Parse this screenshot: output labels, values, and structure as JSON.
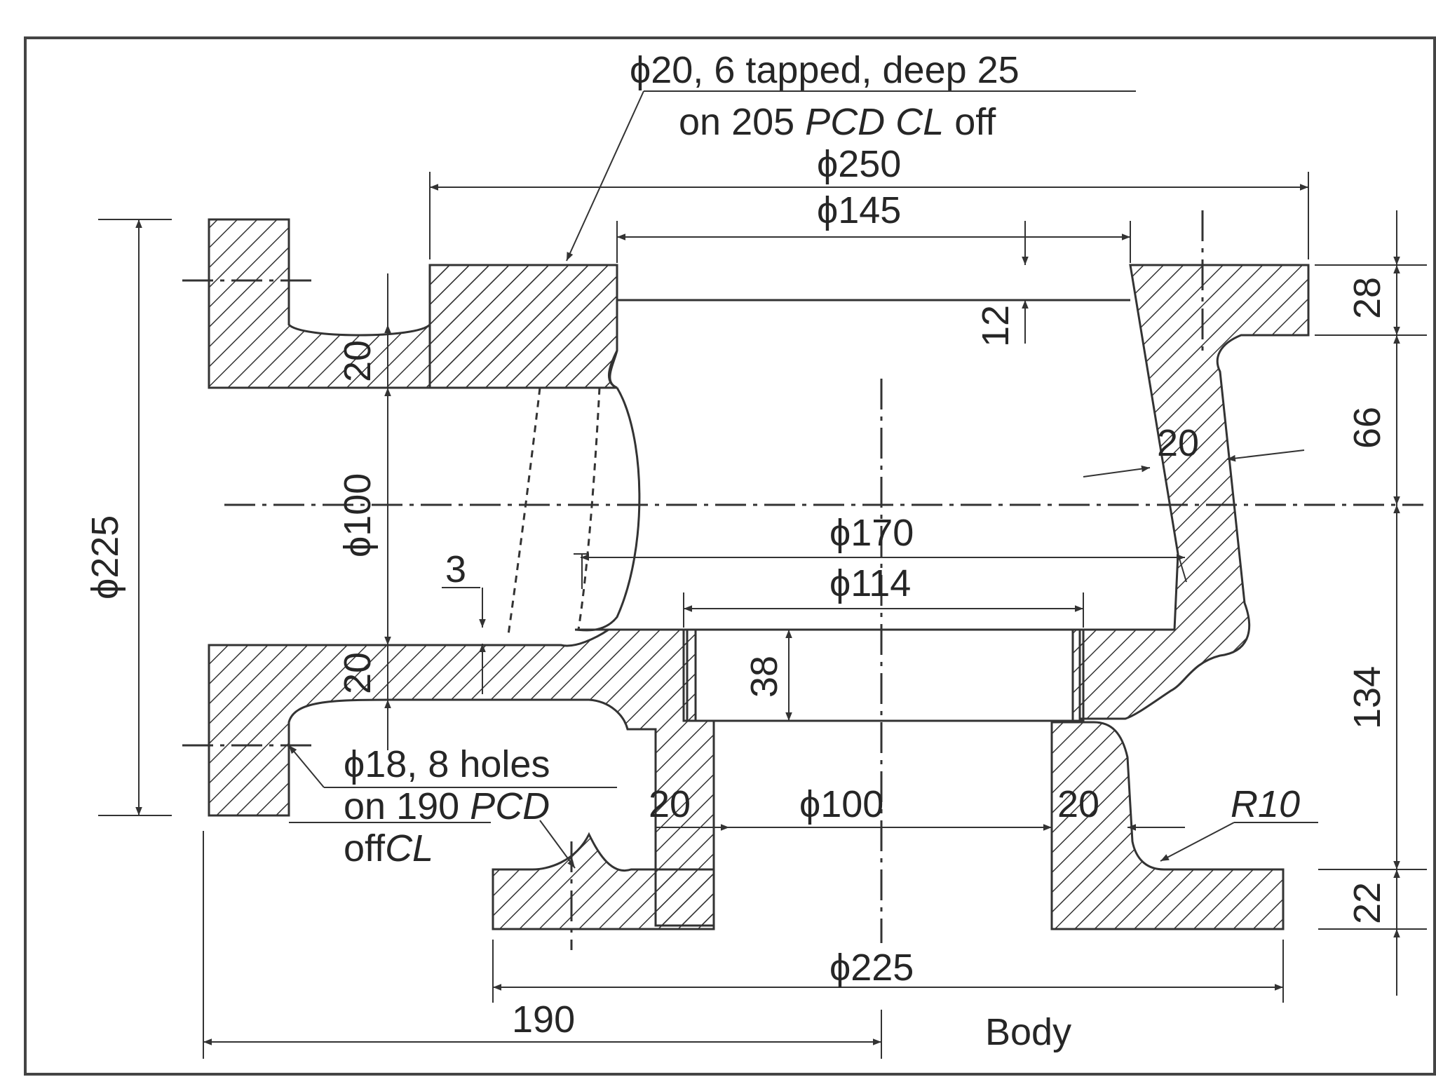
{
  "labels": {
    "tapped_line1": "ϕ20, 6 tapped, deep 25",
    "tapped_line2_pre": "on 205 ",
    "tapped_line2_ital": "PCD CL",
    "tapped_line2_post": " off",
    "dia_250": "ϕ250",
    "dia_145": "ϕ145",
    "dim_12": "12",
    "dim_28": "28",
    "dim_66": "66",
    "dim_20_wall": "20",
    "dia_225_left": "ϕ225",
    "dim_20_top": "20",
    "dia_100_left": "ϕ100",
    "dim_3": "3",
    "dim_20_mid": "20",
    "dia_170": "ϕ170",
    "dia_114": "ϕ114",
    "dim_38": "38",
    "dim_134": "134",
    "holes_line1": "ϕ18, 8 holes",
    "holes_line2_pre": "on 190 ",
    "holes_line2_ital": "PCD",
    "holes_line3_pre": "off",
    "holes_line3_ital": "CL",
    "dim_20_bl": "20",
    "dia_100_bottom": "ϕ100",
    "dim_20_br": "20",
    "r10": "R10",
    "dim_22": "22",
    "dia_225_bottom": "ϕ225",
    "dim_190": "190",
    "title": "Body"
  }
}
